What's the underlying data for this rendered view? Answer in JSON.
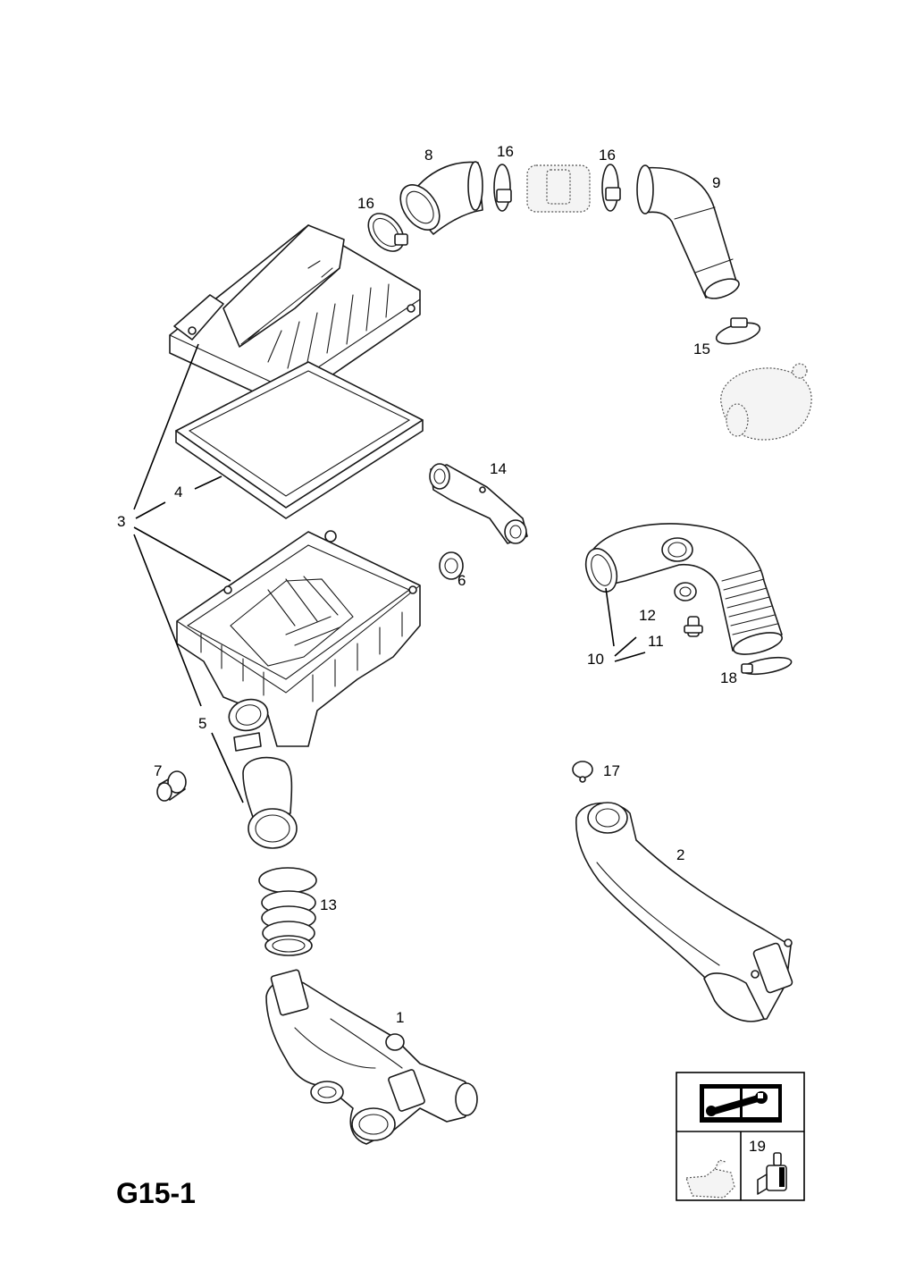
{
  "diagram_code": "G15-1",
  "callouts": {
    "c1": "1",
    "c2": "2",
    "c3": "3",
    "c4": "4",
    "c5": "5",
    "c6": "6",
    "c7": "7",
    "c8": "8",
    "c9": "9",
    "c10": "10",
    "c11": "11",
    "c12": "12",
    "c13": "13",
    "c14": "14",
    "c15": "15",
    "c16a": "16",
    "c16b": "16",
    "c16c": "16",
    "c17": "17",
    "c18": "18",
    "c19": "19"
  },
  "icons": {
    "manual": "manual-book-wrench-icon",
    "oil": "oil-can-icon",
    "sensor": "sensor-icon"
  },
  "colors": {
    "line": "#1a1a1a",
    "background": "#ffffff"
  }
}
